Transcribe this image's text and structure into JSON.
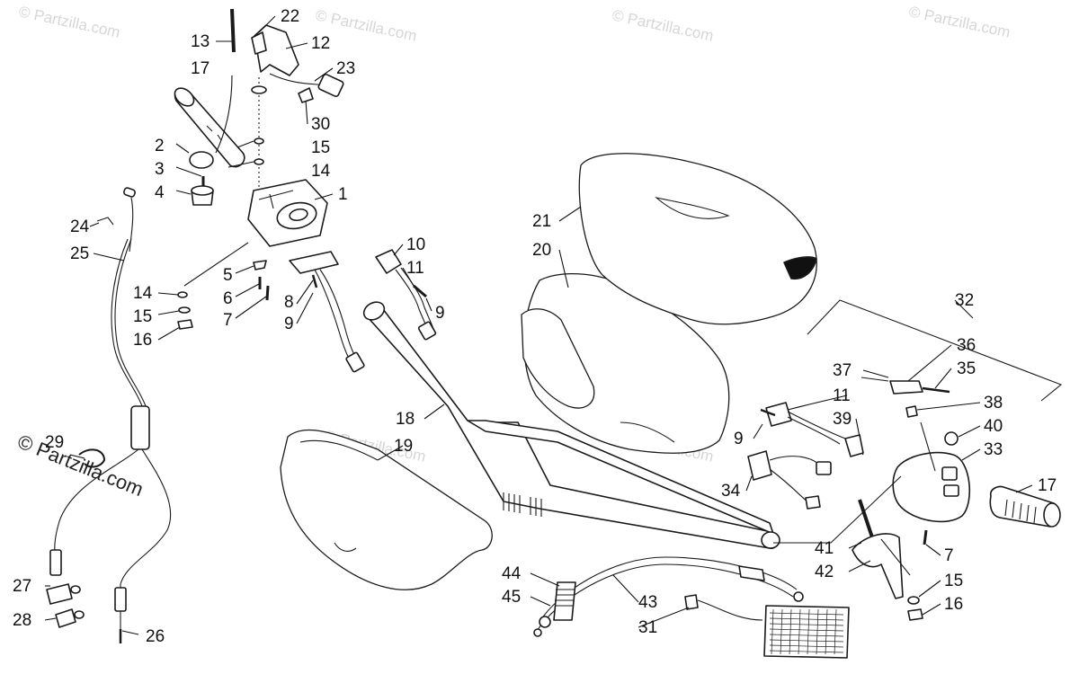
{
  "watermark": "© Partzilla.com",
  "brand_watermark": "© Partzilla.com",
  "part_numbers": [
    "1",
    "2",
    "3",
    "4",
    "5",
    "6",
    "7",
    "8",
    "9",
    "10",
    "11",
    "12",
    "13",
    "14",
    "15",
    "16",
    "17",
    "18",
    "19",
    "20",
    "21",
    "22",
    "23",
    "24",
    "25",
    "26",
    "27",
    "28",
    "29",
    "30",
    "31",
    "32",
    "33",
    "34",
    "35",
    "36",
    "37",
    "38",
    "39",
    "40",
    "41",
    "42",
    "43",
    "44",
    "45"
  ],
  "labels": {
    "l1": "1",
    "l2": "2",
    "l3": "3",
    "l4": "4",
    "l5": "5",
    "l6": "6",
    "l7a": "7",
    "l7b": "7",
    "l8": "8",
    "l9a": "9",
    "l9b": "9",
    "l9c": "9",
    "l10": "10",
    "l11a": "11",
    "l11b": "11",
    "l12": "12",
    "l13": "13",
    "l14a": "14",
    "l14b": "14",
    "l15a": "15",
    "l15b": "15",
    "l15c": "15",
    "l16a": "16",
    "l16b": "16",
    "l17a": "17",
    "l17b": "17",
    "l18": "18",
    "l19": "19",
    "l20": "20",
    "l21": "21",
    "l22": "22",
    "l23": "23",
    "l24": "24",
    "l25": "25",
    "l26": "26",
    "l27": "27",
    "l28": "28",
    "l29": "29",
    "l30": "30",
    "l31": "31",
    "l32": "32",
    "l33": "33",
    "l34": "34",
    "l35": "35",
    "l36": "36",
    "l37": "37",
    "l38": "38",
    "l39": "39",
    "l40": "40",
    "l41": "41",
    "l42": "42",
    "l43": "43",
    "l44": "44",
    "l45": "45"
  }
}
